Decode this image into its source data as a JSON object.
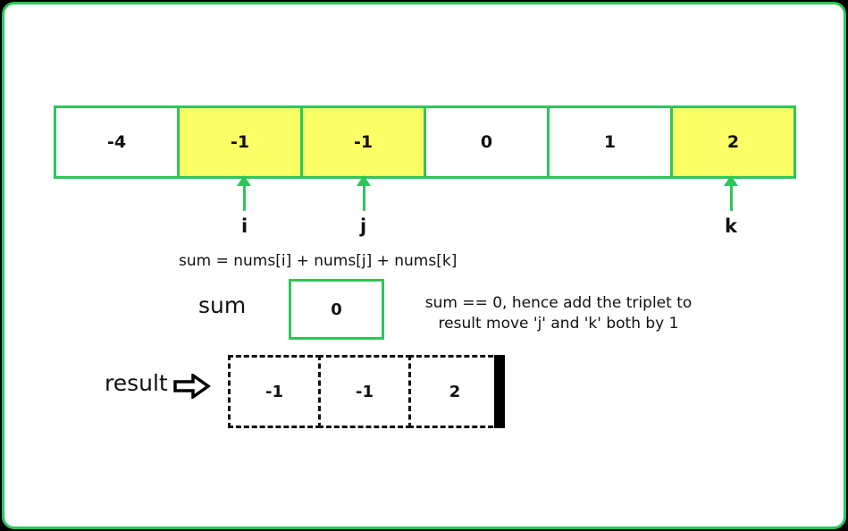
{
  "array": [
    "-4",
    "-1",
    "-1",
    "0",
    "1",
    "2"
  ],
  "pointers": {
    "i": "i",
    "j": "j",
    "k": "k"
  },
  "formula": "sum = nums[i] + nums[j] + nums[k]",
  "sum": {
    "label": "sum",
    "value": "0"
  },
  "note": {
    "line1": "sum == 0,  hence add the triplet to",
    "line2": "result move 'j' and 'k' both by 1"
  },
  "result": {
    "label": "result",
    "values": [
      "-1",
      "-1",
      "2"
    ]
  },
  "colors": {
    "border": "#2ec65a",
    "highlight": "#fbff66"
  }
}
